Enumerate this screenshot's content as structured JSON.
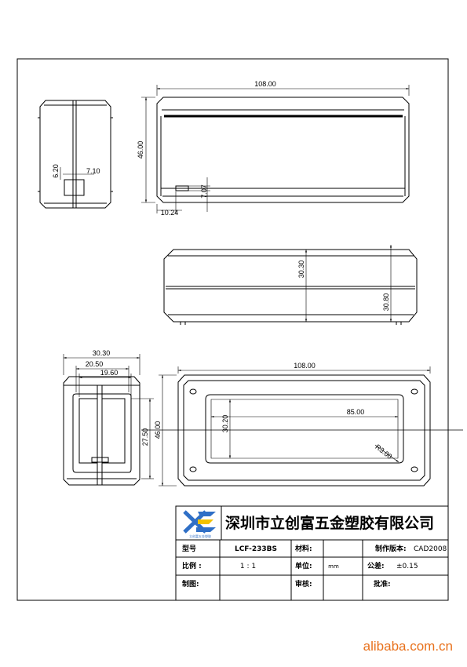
{
  "dimensions": {
    "side_width_top": "7.10",
    "side_height_small": "6.20",
    "front_length": "108.00",
    "front_height": "46.00",
    "front_slot_height": "7.07",
    "front_slot_offset": "10.24",
    "top_height": "30.30",
    "top_right_height": "30.80",
    "end_width": "30.30",
    "end_inner_width": "20.50",
    "end_inner_width2": "19.60",
    "end_height": "27.50",
    "bottom_length": "108.00",
    "bottom_height": "46.00",
    "bottom_window_height": "30.20",
    "bottom_window_length": "85.00",
    "bottom_radius": "R3.00"
  },
  "title_block": {
    "company": "深圳市立创富五金塑胶有限公司",
    "logo_caption": "立创富五金塑胶",
    "model_label": "型号",
    "model_value": "LCF-233BS",
    "material_label": "材料:",
    "material_value": "",
    "version_label": "制作版本:",
    "version_value": "CAD2008",
    "scale_label": "比例 :",
    "scale_value": "1 : 1",
    "unit_label": "单位:",
    "unit_value": "mm",
    "tolerance_label": "公差:",
    "tolerance_value": "±0.15",
    "drawn_label": "制图:",
    "review_label": "审核:",
    "approve_label": "批准:"
  },
  "watermark": "alibaba.com.cn",
  "colors": {
    "line": "#000000",
    "logo_blue": "#2f6fc6",
    "logo_yellow": "#f2c200",
    "watermark": "#e8711c"
  }
}
